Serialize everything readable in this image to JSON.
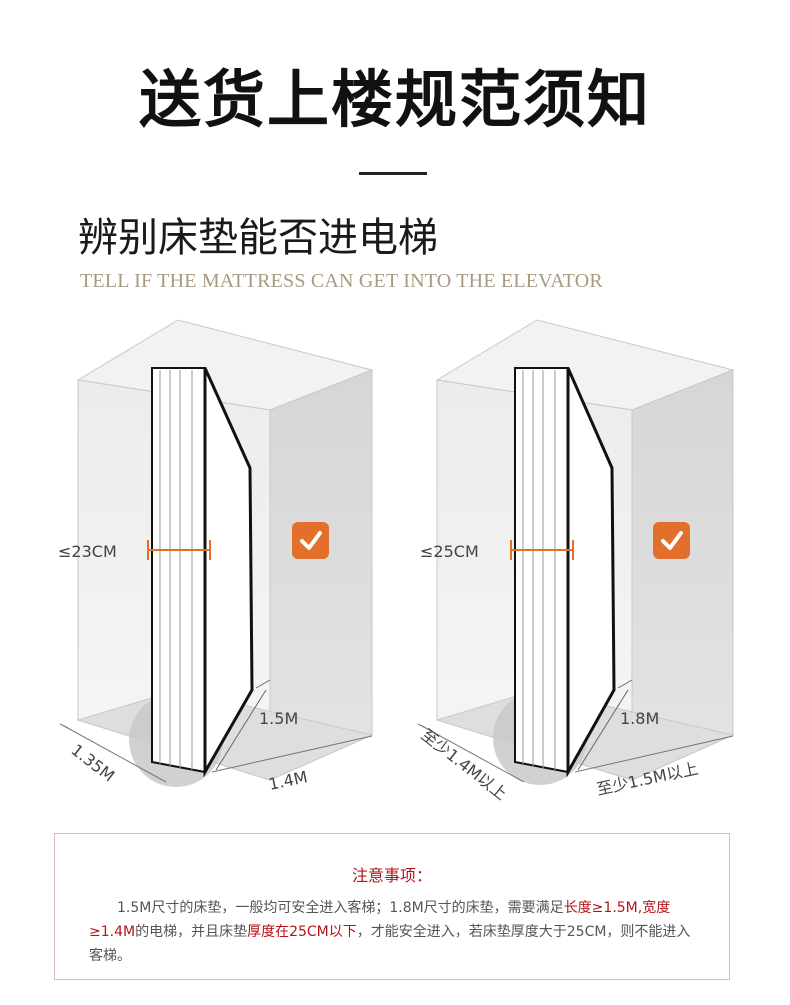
{
  "header": {
    "title": "送货上楼规范须知",
    "subtitle": "辨别床垫能否进电梯",
    "subtitle_en": "TELL IF THE MATTRESS CAN GET INTO THE ELEVATOR"
  },
  "diagrams": [
    {
      "thickness_label": "≤23CM",
      "height_label": "1.5M",
      "depth_label": "1.35M",
      "width_label": "1.4M",
      "status_icon": "check-icon"
    },
    {
      "thickness_label": "≤25CM",
      "height_label": "1.8M",
      "depth_label": "至少1.4M以上",
      "width_label": "至少1.5M以上",
      "status_icon": "check-icon"
    }
  ],
  "colors": {
    "accent": "#e2702c",
    "notice_red": "#b3151b",
    "subtitle_en": "#a89a82"
  },
  "notice": {
    "title": "注意事项：",
    "p1": "1.5M尺寸的床垫，一般均可安全进入客梯；1.8M尺寸的床垫，需要满足",
    "p2": "长度≥1.5M,宽度≥1.4M",
    "p3": "的电梯，并且床垫",
    "p4": "厚度在25CM以下",
    "p5": "，才能安全进入，若床垫厚度大于25CM，则不能进入客梯。"
  }
}
